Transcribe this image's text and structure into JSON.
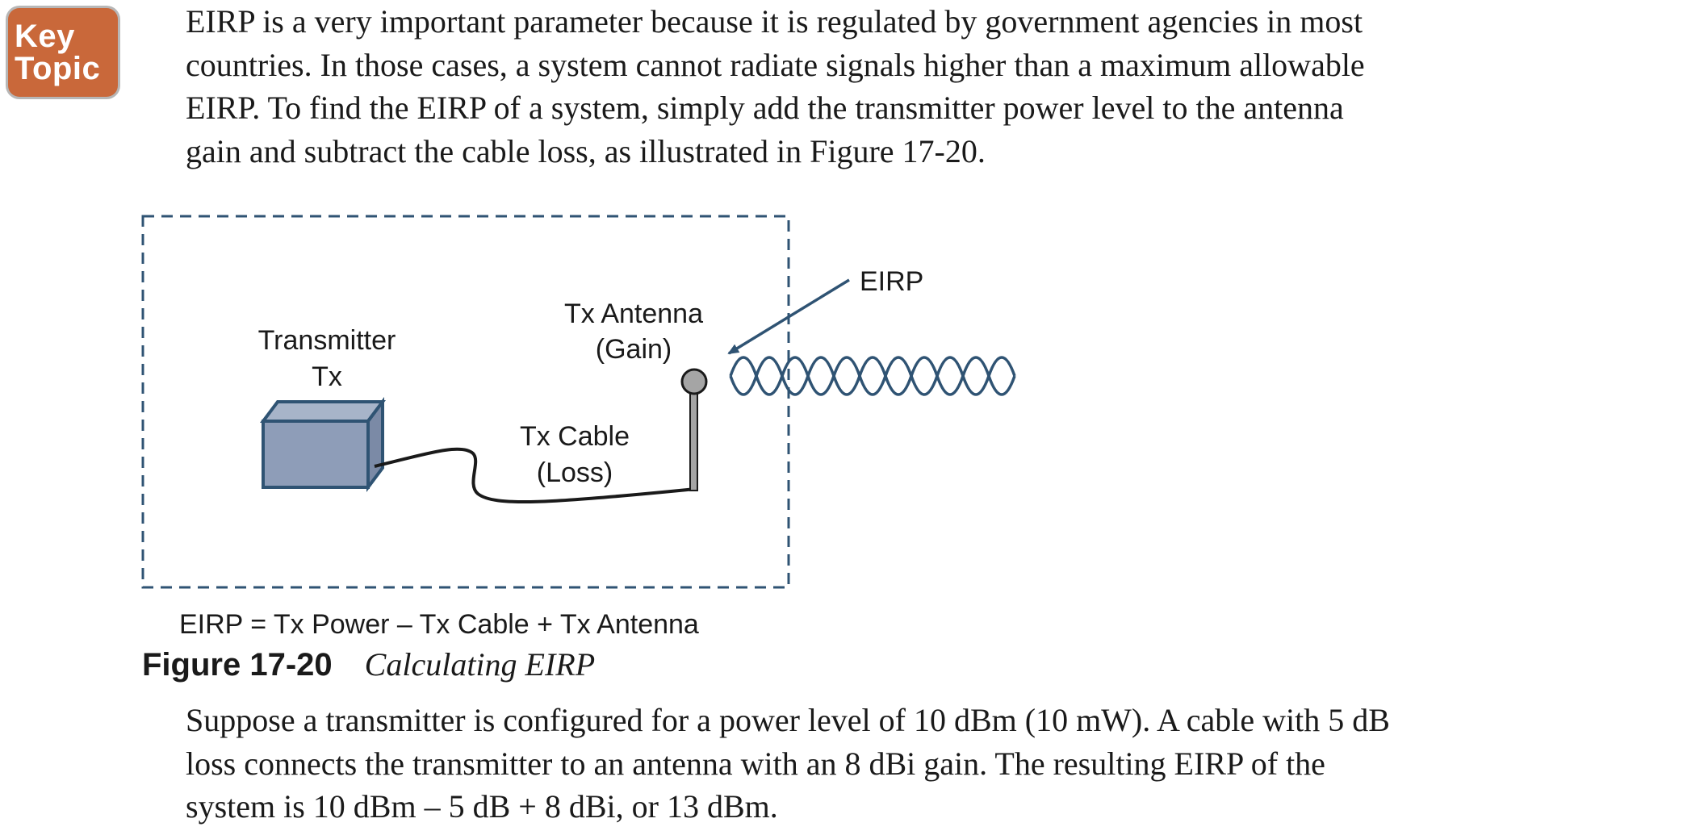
{
  "key_topic": {
    "line1": "Key",
    "line2": "Topic",
    "color": "#c9683a"
  },
  "paragraph_top": [
    "EIRP is a very important parameter because it is regulated by government agencies in most",
    "countries. In those cases, a system cannot radiate signals higher than a maximum allowable",
    "EIRP. To find the EIRP of a system, simply add the transmitter power level to the antenna",
    "gain and subtract the cable loss, as illustrated in Figure 17-20."
  ],
  "figure": {
    "transmitter_label_1": "Transmitter",
    "transmitter_label_2": "Tx",
    "antenna_label_1": "Tx Antenna",
    "antenna_label_2": "(Gain)",
    "cable_label_1": "Tx Cable",
    "cable_label_2": "(Loss)",
    "eirp_label": "EIRP",
    "formula": "EIRP = Tx Power – Tx Cable + Tx Antenna",
    "colors": {
      "box_fill": "#8e9db8",
      "box_stroke": "#2f5373",
      "wave": "#2f5373",
      "dashed": "#2f5373"
    }
  },
  "caption": {
    "number": "Figure 17-20",
    "title": "Calculating EIRP"
  },
  "paragraph_bottom": [
    "Suppose a transmitter is configured for a power level of 10 dBm (10 mW). A cable with 5 dB",
    "loss connects the transmitter to an antenna with an 8 dBi gain. The resulting EIRP of the",
    "system is 10 dBm – 5 dB + 8 dBi, or 13 dBm."
  ]
}
